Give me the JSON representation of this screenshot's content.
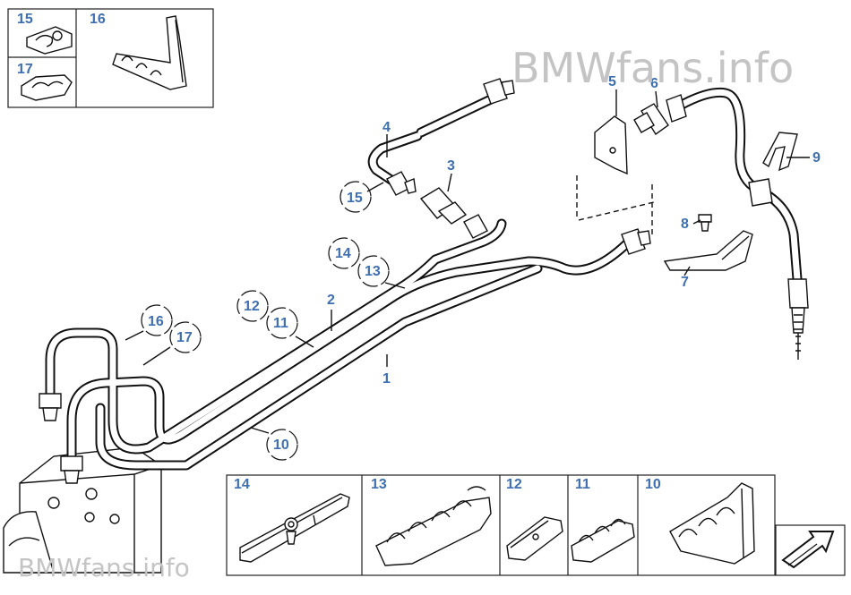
{
  "watermark": "BMWfans.info",
  "parts": {
    "p1": "1",
    "p2": "2",
    "p3": "3",
    "p4": "4",
    "p5": "5",
    "p6": "6",
    "p7": "7",
    "p8": "8",
    "p9": "9",
    "p10": "10",
    "p11": "11",
    "p12": "12",
    "p13": "13",
    "p14": "14",
    "p15": "15",
    "p16": "16",
    "p17": "17"
  },
  "colors": {
    "callout": "#3f6fb0",
    "line": "#111111",
    "watermark": "#c4c4c4"
  }
}
